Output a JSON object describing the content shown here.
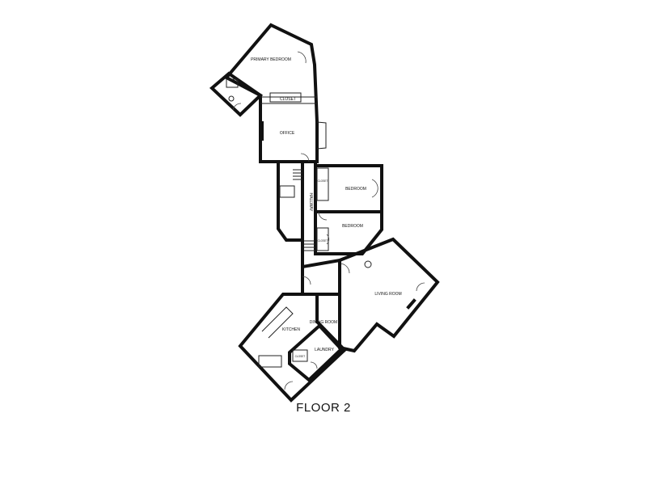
{
  "floor_label": "FLOOR 2",
  "rooms": {
    "primary_bedroom": "PRIMARY BEDROOM",
    "closet_primary": "CLOSET",
    "office": "OFFICE",
    "bedroom_upper": "BEDROOM",
    "closet_bedroom_upper": "CLOSET",
    "bedroom_lower": "BEDROOM",
    "closet_bedroom_lower": "CLOSET",
    "hallway": "HALLWAY",
    "living_room": "LIVING ROOM",
    "dining_room": "DINING ROOM",
    "kitchen": "KITCHEN",
    "laundry": "LAUNDRY",
    "closet_laundry": "CLOSET"
  }
}
